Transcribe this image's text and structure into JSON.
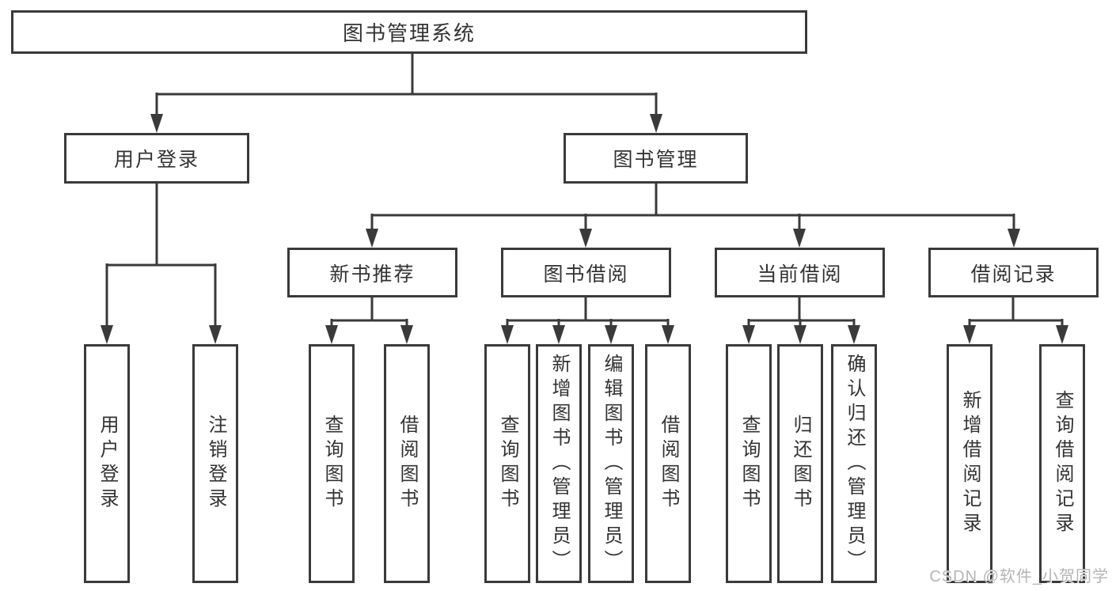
{
  "diagram": {
    "root": {
      "label": "图书管理系统"
    },
    "level2": {
      "user_login": {
        "label": "用户登录"
      },
      "book_management": {
        "label": "图书管理"
      }
    },
    "level3": {
      "new_book_recommend": {
        "label": "新书推荐"
      },
      "book_borrow": {
        "label": "图书借阅"
      },
      "current_borrow": {
        "label": "当前借阅"
      },
      "borrow_record": {
        "label": "借阅记录"
      }
    },
    "leaves": {
      "user_login": [
        "用户登录",
        "注销登录"
      ],
      "new_book_recommend": [
        "查询图书",
        "借阅图书"
      ],
      "book_borrow": [
        "查询图书",
        "新增图书（管理员）",
        "编辑图书（管理员）",
        "借阅图书"
      ],
      "current_borrow": [
        "查询图书",
        "归还图书",
        "确认归还（管理员）"
      ],
      "borrow_record": [
        "新增借阅记录",
        "查询借阅记录"
      ]
    },
    "colors": {
      "line": "#3a3a3a",
      "text": "#333333",
      "background": "#ffffff",
      "watermark": "#b5b5b5"
    }
  },
  "watermark": {
    "text": "CSDN @软件_小贺同学"
  }
}
